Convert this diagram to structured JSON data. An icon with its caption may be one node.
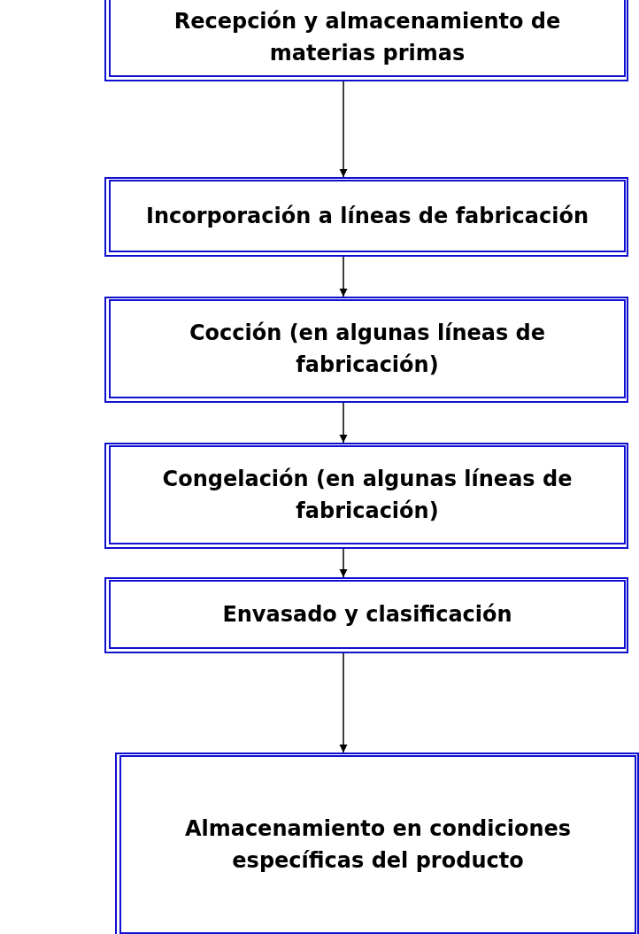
{
  "diagram": {
    "nodes": [
      {
        "text": [
          "Recepción y almacenamiento de materias primas"
        ]
      },
      {
        "text": [
          "Incorporación a líneas de fabricación"
        ]
      },
      {
        "text": [
          "Cocción (en algunas líneas de fabricación)"
        ]
      },
      {
        "text": [
          "Congelación (en algunas líneas de fabricación)"
        ]
      },
      {
        "text": [
          "Envasado y clasificación"
        ]
      },
      {
        "text": [
          "Almacenamiento en condiciones específicas del producto"
        ]
      }
    ],
    "edges": [
      {
        "from": 0,
        "to": 1,
        "arrow": "to"
      },
      {
        "from": 1,
        "to": 2,
        "arrow": "to"
      },
      {
        "from": 2,
        "to": 3,
        "arrow": "to"
      },
      {
        "from": 3,
        "to": 4,
        "arrow": "to"
      },
      {
        "from": 4,
        "to": 5,
        "arrow": "to"
      }
    ]
  }
}
